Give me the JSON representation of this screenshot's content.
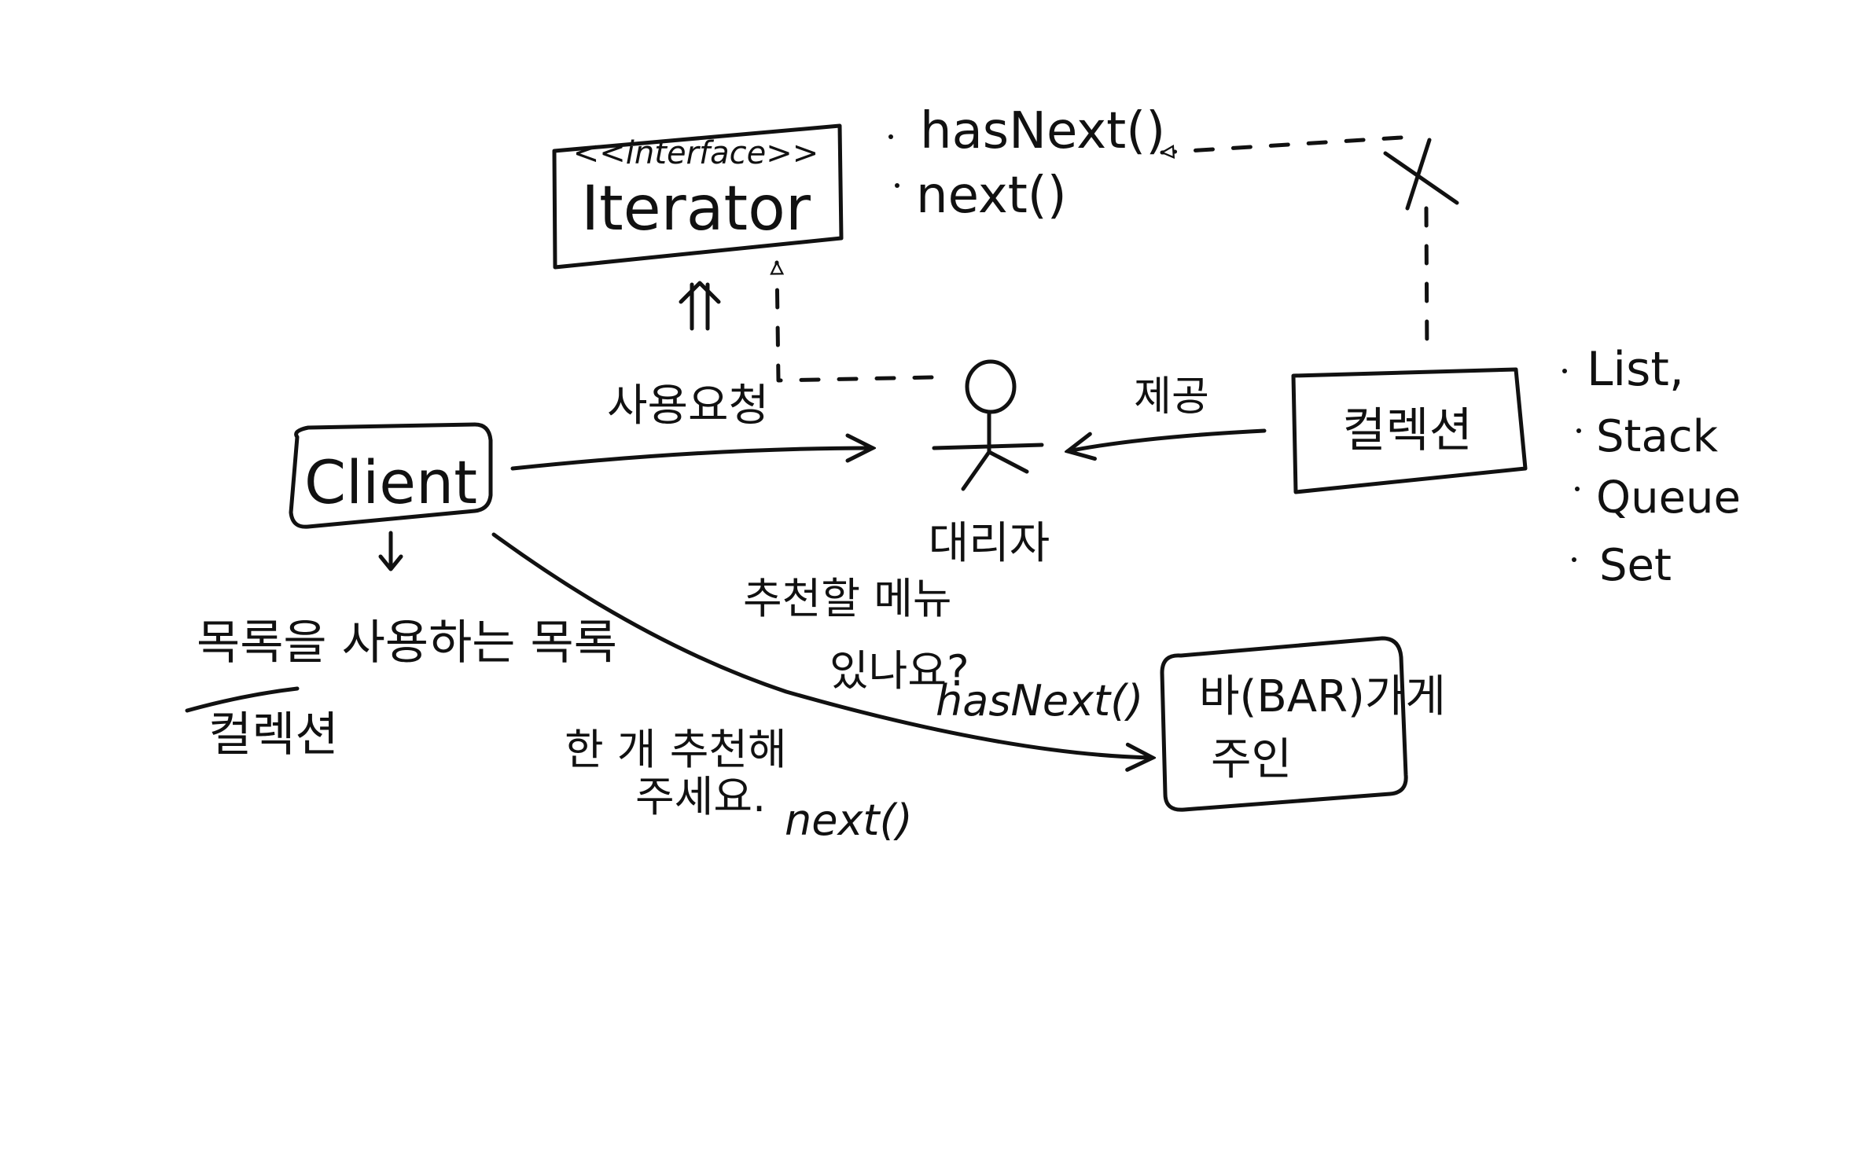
{
  "iterator_box": {
    "stereotype": "<<interface>>",
    "name": "Iterator"
  },
  "iterator_methods": [
    "hasNext()",
    "next()"
  ],
  "client_box": {
    "name": "Client"
  },
  "client_note": {
    "line1": "목록을 사용하는 목록",
    "line2": "컬렉션"
  },
  "actor": {
    "label": "대리자"
  },
  "edge_labels": {
    "use_request": "사용요청",
    "provide": "제공"
  },
  "collection_box": {
    "name": "컬렉션"
  },
  "collection_types": [
    "List,",
    "Stack",
    "Queue",
    "Set"
  ],
  "dialog": {
    "ask1": "추천할 메뉴",
    "ask2": "있나요?",
    "ask1_method": "hasNext()",
    "ask3": "한 개 추천해",
    "ask4": "주세요.",
    "ask3_method": "next()"
  },
  "owner_box": {
    "line1": "바(BAR)가게",
    "line2": "주인"
  }
}
